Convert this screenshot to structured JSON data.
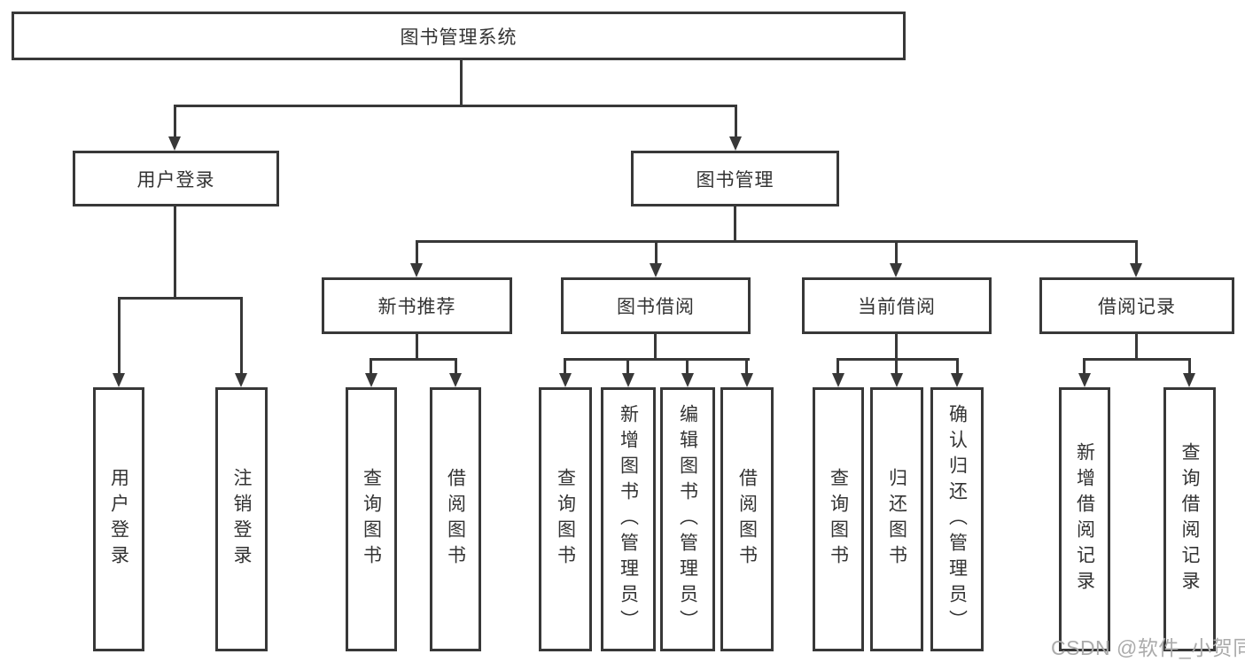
{
  "tree": {
    "label": "图书管理系统",
    "children": [
      {
        "label": "用户登录",
        "children": [
          {
            "label": "用户登录"
          },
          {
            "label": "注销登录"
          }
        ]
      },
      {
        "label": "图书管理",
        "children": [
          {
            "label": "新书推荐",
            "children": [
              {
                "label": "查询图书"
              },
              {
                "label": "借阅图书"
              }
            ]
          },
          {
            "label": "图书借阅",
            "children": [
              {
                "label": "查询图书"
              },
              {
                "label": "新增图书（管理员）"
              },
              {
                "label": "编辑图书（管理员）"
              },
              {
                "label": "借阅图书"
              }
            ]
          },
          {
            "label": "当前借阅",
            "children": [
              {
                "label": "查询图书"
              },
              {
                "label": "归还图书"
              },
              {
                "label": "确认归还（管理员）"
              }
            ]
          },
          {
            "label": "借阅记录",
            "children": [
              {
                "label": "新增借阅记录"
              },
              {
                "label": "查询借阅记录"
              }
            ]
          }
        ]
      }
    ]
  },
  "watermark": {
    "text": "CSDN @软件_小贺同学"
  },
  "colors": {
    "line": "#383838",
    "box_border": "#383838",
    "text": "#333333",
    "background": "#ffffff",
    "watermark": "#ababab"
  }
}
